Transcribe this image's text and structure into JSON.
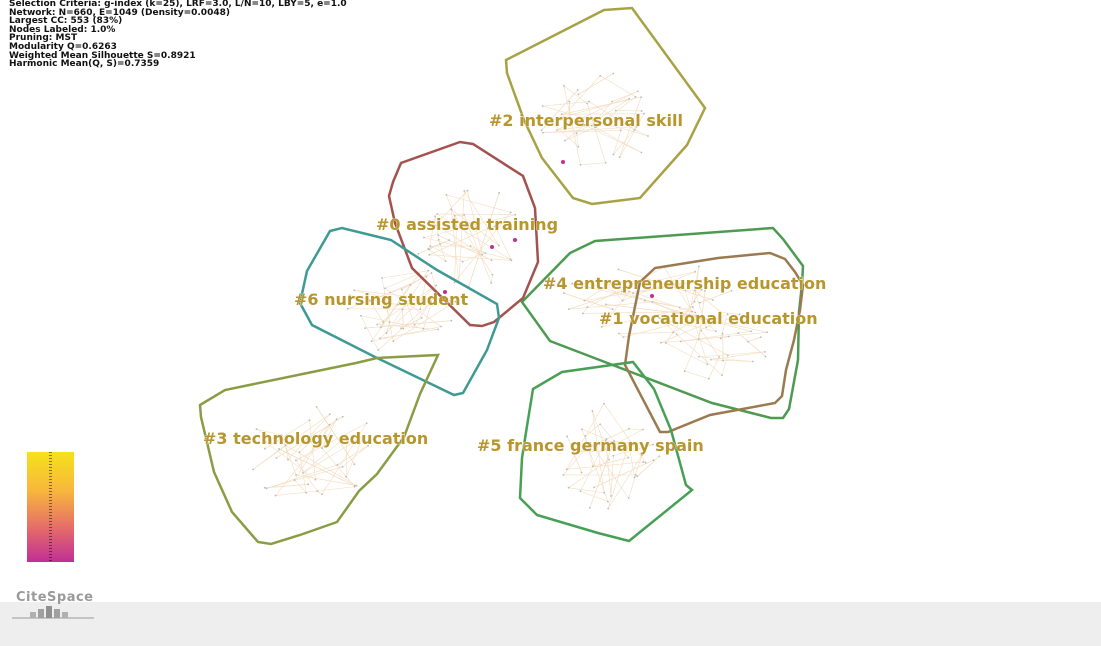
{
  "info_lines": [
    "Selection Criteria: g-index (k=25), LRF=3.0, L/N=10, LBY=5, e=1.0",
    "Network: N=660, E=1049 (Density=0.0048)",
    "Largest CC: 553 (83%)",
    "Nodes Labeled: 1.0%",
    "Pruning: MST",
    "Modularity Q=0.6263",
    "Weighted Mean Silhouette S=0.8921",
    "Harmonic Mean(Q, S)=0.7359"
  ],
  "clusters": [
    {
      "id": "c0",
      "label": "#0 assisted training",
      "color": "#a3524e"
    },
    {
      "id": "c1",
      "label": "#1 vocational education",
      "color": "#9b7a4f"
    },
    {
      "id": "c2",
      "label": "#2 interpersonal skill",
      "color": "#a8a245"
    },
    {
      "id": "c3",
      "label": "#3 technology education",
      "color": "#8a9d45"
    },
    {
      "id": "c4",
      "label": "#4 entrepreneurship education",
      "color": "#4c9b50"
    },
    {
      "id": "c5",
      "label": "#5 france germany spain",
      "color": "#47a055"
    },
    {
      "id": "c6",
      "label": "#6 nursing student",
      "color": "#3f9a93"
    }
  ],
  "legend": {
    "colors": [
      "#f5e21a",
      "#f8b73c",
      "#e46a6a",
      "#c02f95"
    ]
  },
  "brand": {
    "name": "CiteSpace"
  }
}
